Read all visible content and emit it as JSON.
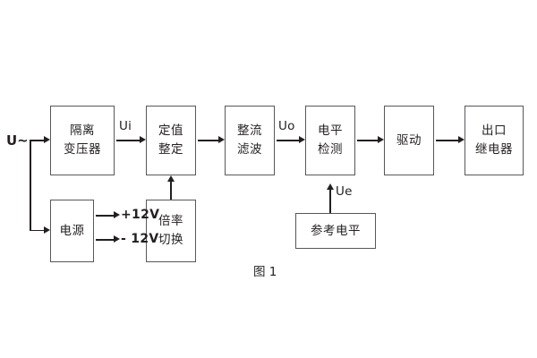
{
  "figure": {
    "caption": "图 1",
    "background_color": "#ffffff",
    "line_color": "#231f20",
    "box_border_color": "#58585a"
  },
  "blocks": [
    {
      "id": "isolation",
      "lines": [
        "隔离",
        "变压器"
      ]
    },
    {
      "id": "setpoint",
      "lines": [
        "定值",
        "整定"
      ]
    },
    {
      "id": "rectifier",
      "lines": [
        "整流",
        "滤波"
      ]
    },
    {
      "id": "leveldetect",
      "lines": [
        "电平",
        "检测"
      ]
    },
    {
      "id": "driver",
      "lines": [
        "驱动"
      ]
    },
    {
      "id": "outputrelay",
      "lines": [
        "出口",
        "继电器"
      ]
    },
    {
      "id": "power",
      "lines": [
        "电源"
      ]
    },
    {
      "id": "multiplier",
      "lines": [
        "倍率",
        "切换"
      ]
    },
    {
      "id": "reference",
      "lines": [
        "参考电平"
      ]
    }
  ],
  "labels": {
    "input_supply": "U~",
    "signal_ui": "Ui",
    "signal_uo": "Uo",
    "signal_ue": "Ue",
    "rail_positive": "+12V",
    "rail_negative": "- 12V"
  }
}
